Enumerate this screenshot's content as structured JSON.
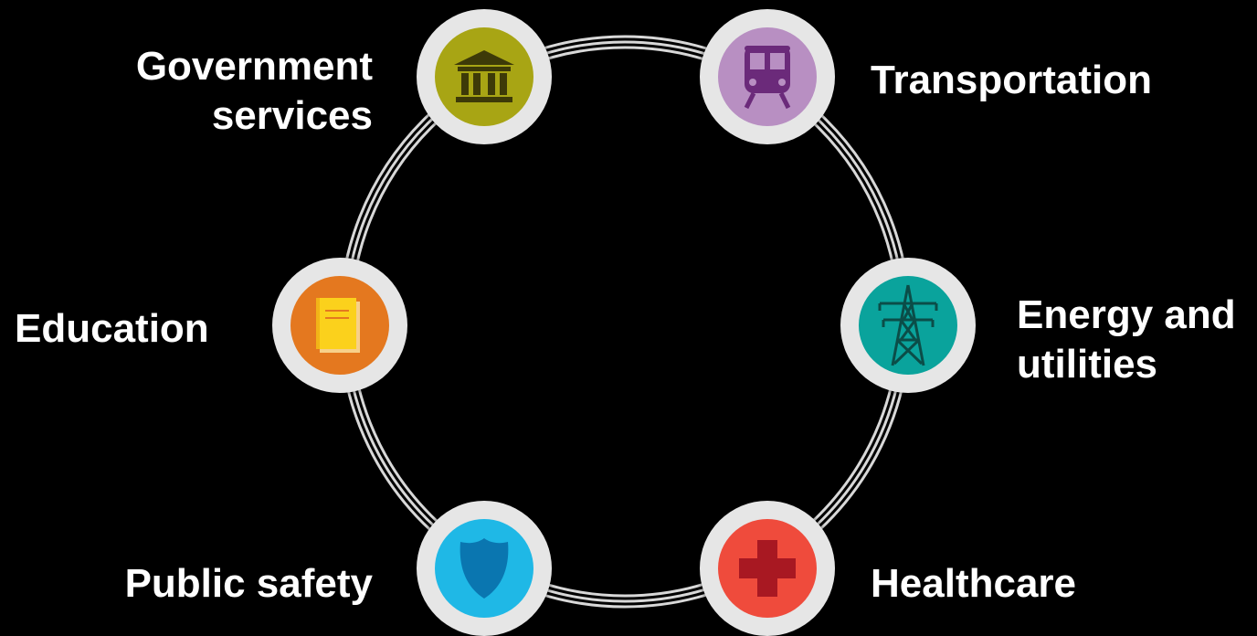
{
  "sectors": {
    "government": {
      "lines": [
        "Government",
        "services"
      ],
      "icon": "government-building-icon",
      "color": "#a8a514"
    },
    "transportation": {
      "lines": [
        "Transportation"
      ],
      "icon": "train-icon",
      "color": "#b88fc2"
    },
    "energy": {
      "lines": [
        "Energy and",
        "utilities"
      ],
      "icon": "power-tower-icon",
      "color": "#0aa39c"
    },
    "healthcare": {
      "lines": [
        "Healthcare"
      ],
      "icon": "medical-cross-icon",
      "color": "#ef4b3c"
    },
    "public_safety": {
      "lines": [
        "Public safety"
      ],
      "icon": "police-shield-icon",
      "color": "#1fb8e6"
    },
    "education": {
      "lines": [
        "Education"
      ],
      "icon": "book-icon",
      "color": "#e4781f"
    }
  }
}
